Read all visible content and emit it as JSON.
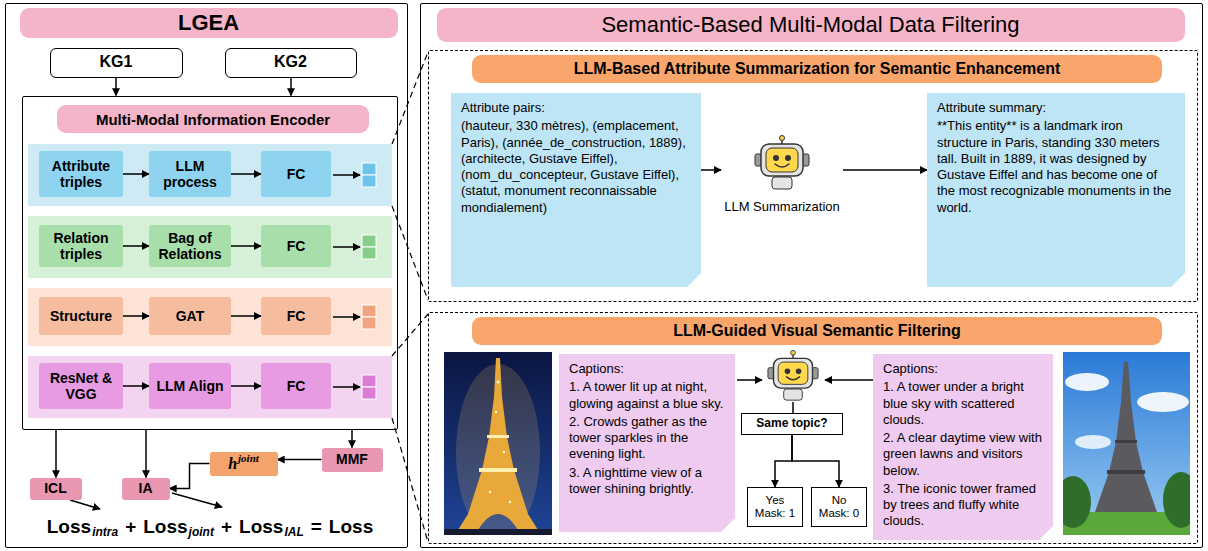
{
  "diagram": {
    "nodes": [
      {
        "text": [
          "LGEA"
        ]
      },
      {
        "text": [
          "KG1"
        ],
        "in": 0
      },
      {
        "text": [
          "KG2"
        ],
        "in": 0
      },
      {
        "text": [
          "Multi-Modal Information Encoder"
        ],
        "in": 0
      },
      {
        "text": [
          "Attribute triples"
        ],
        "in": 3
      },
      {
        "text": [
          "LLM process"
        ],
        "in": 3
      },
      {
        "text": [
          "FC"
        ],
        "in": 3
      },
      {
        "text": [
          "Relation triples"
        ],
        "in": 3
      },
      {
        "text": [
          "Bag of Relations"
        ],
        "in": 3
      },
      {
        "text": [
          "FC"
        ],
        "in": 3
      },
      {
        "text": [
          "Structure"
        ],
        "in": 3
      },
      {
        "text": [
          "GAT"
        ],
        "in": 3
      },
      {
        "text": [
          "FC"
        ],
        "in": 3
      },
      {
        "text": [
          "ResNet & VGG"
        ],
        "in": 3
      },
      {
        "text": [
          "LLM Align"
        ],
        "in": 3
      },
      {
        "text": [
          "FC"
        ],
        "in": 3
      },
      {
        "text": [
          "h",
          "joint"
        ],
        "in": 0
      },
      {
        "text": [
          "MMF"
        ],
        "in": 0
      },
      {
        "text": [
          "ICL"
        ],
        "in": 0
      },
      {
        "text": [
          "IA"
        ],
        "in": 0
      },
      {
        "text": [
          "Semantic-Based Multi-Modal Data Filtering"
        ]
      },
      {
        "text": [
          "LLM-Based Attribute Summarization for Semantic Enhancement"
        ],
        "in": 20
      },
      {
        "text": [
          "Attribute pairs:",
          "(hauteur, 330 mètres), (emplacement, Paris), (année_de_construction, 1889), (architecte, Gustave Eiffel), (nom_du_concepteur, Gustave Eiffel), (statut, monument reconnaissable mondialement)"
        ],
        "in": 21
      },
      {
        "text": [
          "LLM Summarization"
        ],
        "in": 21
      },
      {
        "text": [
          "Attribute summary:",
          "**This entity** is a landmark iron structure in Paris, standing 330 meters tall. Built in 1889, it was designed by Gustave Eiffel and has become one of the most recognizable monuments in the world."
        ],
        "in": 21
      },
      {
        "text": [
          "LLM-Guided Visual Semantic Filtering"
        ],
        "in": 20
      },
      {
        "text": [
          "Captions:",
          "1. A tower lit up at night, glowing against a blue sky.",
          "2. Crowds gather as the tower sparkles in the evening light.",
          "3. A nighttime view of a tower shining brightly."
        ],
        "in": 25
      },
      {
        "text": [
          "Same topic?"
        ],
        "in": 25
      },
      {
        "text": [
          "Yes",
          "Mask: 1"
        ],
        "in": 25
      },
      {
        "text": [
          "No",
          "Mask: 0"
        ],
        "in": 25
      },
      {
        "text": [
          "Captions:",
          "1. A tower under a bright blue sky with scattered clouds.",
          "2. A clear daytime view with green lawns and visitors below.",
          "3. The iconic tower framed by trees and fluffy white clouds."
        ],
        "in": 25
      }
    ],
    "edges": [
      {
        "from": 1,
        "to": 3,
        "arrow": "to"
      },
      {
        "from": 2,
        "to": 3,
        "arrow": "to"
      },
      {
        "from": 4,
        "to": 5,
        "arrow": "to"
      },
      {
        "from": 5,
        "to": 6,
        "arrow": "to"
      },
      {
        "from": 7,
        "to": 8,
        "arrow": "to"
      },
      {
        "from": 8,
        "to": 9,
        "arrow": "to"
      },
      {
        "from": 10,
        "to": 11,
        "arrow": "to"
      },
      {
        "from": 11,
        "to": 12,
        "arrow": "to"
      },
      {
        "from": 13,
        "to": 14,
        "arrow": "to"
      },
      {
        "from": 14,
        "to": 15,
        "arrow": "to"
      },
      {
        "from": 3,
        "to": 18,
        "arrow": "to"
      },
      {
        "from": 3,
        "to": 19,
        "arrow": "to"
      },
      {
        "from": 3,
        "to": 17,
        "arrow": "to"
      },
      {
        "from": 17,
        "to": 16,
        "arrow": "to"
      },
      {
        "from": 16,
        "to": 19,
        "arrow": "to"
      },
      {
        "from": 22,
        "to": 23,
        "arrow": "to"
      },
      {
        "from": 23,
        "to": 24,
        "arrow": "to"
      },
      {
        "from": 27,
        "to": 28,
        "arrow": "to"
      },
      {
        "from": 27,
        "to": 29,
        "arrow": "to"
      }
    ],
    "labels": [
      "Loss",
      "intra",
      "+",
      "Loss",
      "joint",
      "+",
      "Loss",
      "IAL",
      "=",
      "Loss"
    ]
  }
}
